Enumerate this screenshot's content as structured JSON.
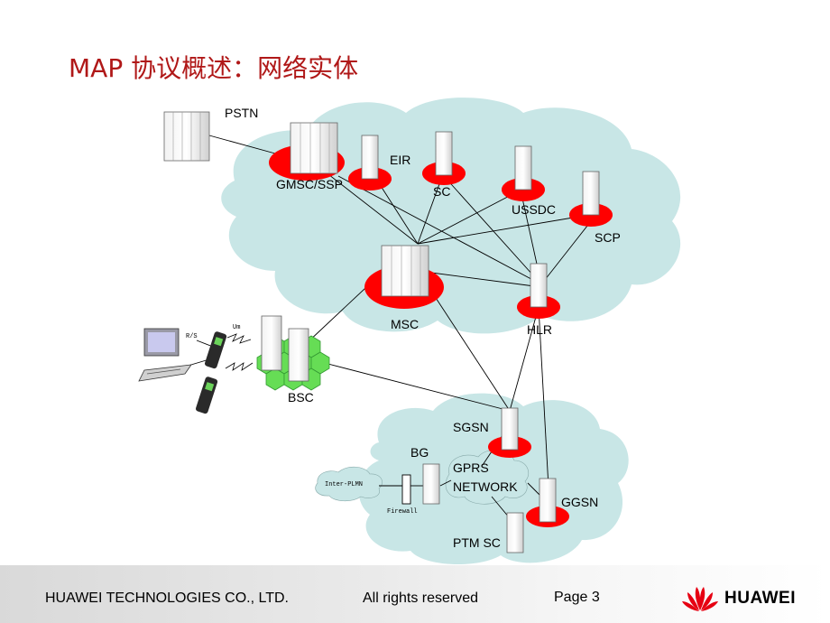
{
  "title": "MAP 协议概述：网络实体",
  "nodes": {
    "pstn": "PSTN",
    "gmsc": "GMSC/SSP",
    "eir": "EIR",
    "sc": "SC",
    "ussdc": "USSDC",
    "scp": "SCP",
    "msc": "MSC",
    "hlr": "HLR",
    "bsc": "BSC",
    "sgsn": "SGSN",
    "bg": "BG",
    "gprs_network": [
      "GPRS",
      "NETWORK"
    ],
    "ggsn": "GGSN",
    "ptmsc": "PTM SC",
    "inter_plmn": "Inter-PLMN",
    "firewall": "Firewall",
    "um": "Um",
    "rs": "R/S"
  },
  "colors": {
    "cloud": "#c8e6e6",
    "node_blob": "#ff0000",
    "bsc_hex": "#66dd55",
    "title": "#b01818"
  },
  "footer": {
    "company": "HUAWEI TECHNOLOGIES CO., LTD.",
    "rights": "All rights reserved",
    "page": "Page 3",
    "logo_text": "HUAWEI"
  }
}
